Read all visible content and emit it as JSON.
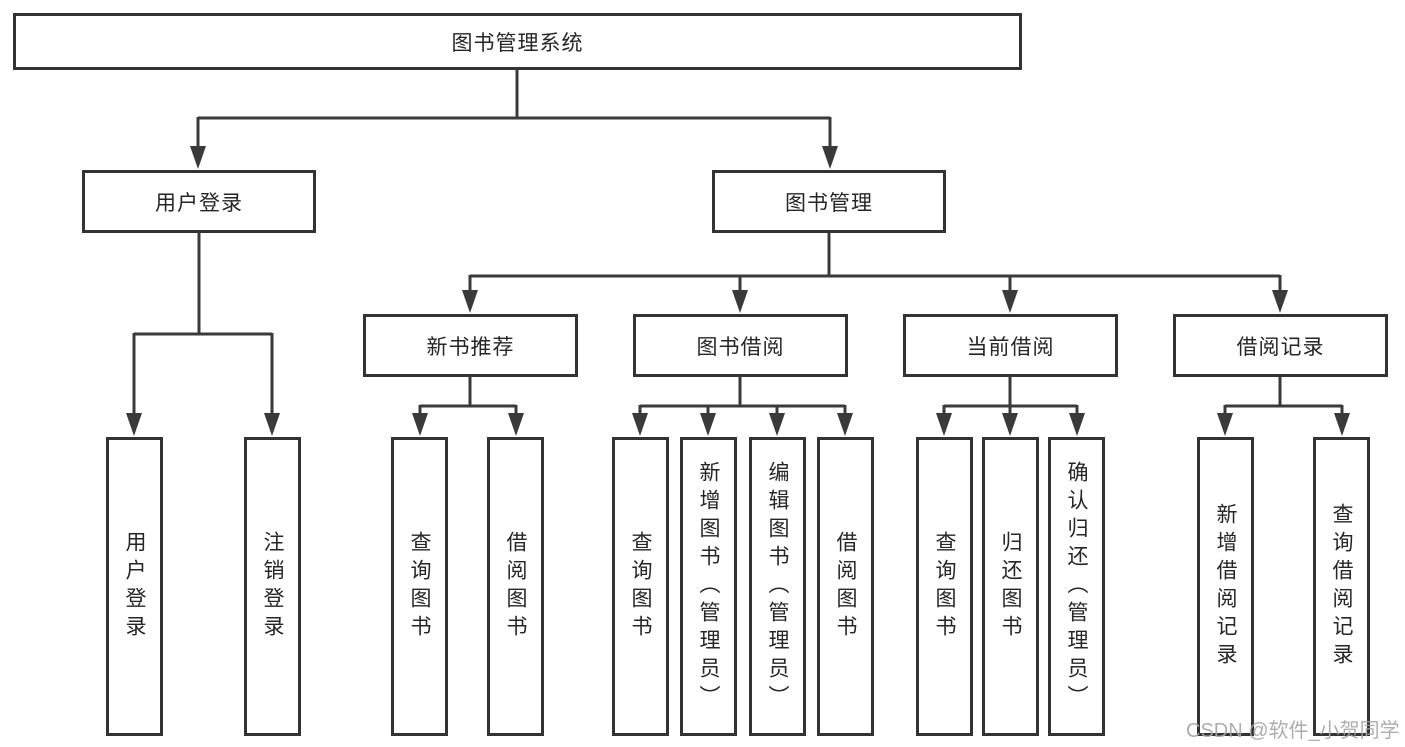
{
  "diagram": {
    "root": {
      "label": "图书管理系统"
    },
    "branches": [
      {
        "label": "用户登录",
        "leaves": [
          {
            "label": "用户登录"
          },
          {
            "label": "注销登录"
          }
        ]
      },
      {
        "label": "图书管理",
        "children": [
          {
            "label": "新书推荐",
            "leaves": [
              {
                "label": "查询图书"
              },
              {
                "label": "借阅图书"
              }
            ]
          },
          {
            "label": "图书借阅",
            "leaves": [
              {
                "label": "查询图书"
              },
              {
                "label": "新增图书（管理员）"
              },
              {
                "label": "编辑图书（管理员）"
              },
              {
                "label": "借阅图书"
              }
            ]
          },
          {
            "label": "当前借阅",
            "leaves": [
              {
                "label": "查询图书"
              },
              {
                "label": "归还图书"
              },
              {
                "label": "确认归还（管理员）"
              }
            ]
          },
          {
            "label": "借阅记录",
            "leaves": [
              {
                "label": "新增借阅记录"
              },
              {
                "label": "查询借阅记录"
              }
            ]
          }
        ]
      }
    ]
  },
  "watermark": {
    "text": "CSDN @软件_小贺同学"
  },
  "colors": {
    "background": "#ffffff",
    "line": "#3a3a3a",
    "box_border": "#333333",
    "text": "#262626",
    "watermark": "#a5a5a5"
  }
}
